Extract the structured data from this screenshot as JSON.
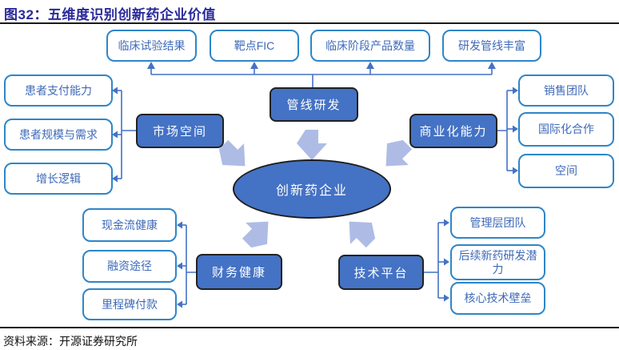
{
  "figure": {
    "title": "图32：五维度识别创新药企业价值",
    "source": "资料来源：开源证券研究所"
  },
  "center": {
    "label": "创新药企业"
  },
  "dimensions": {
    "pipeline": {
      "label": "管线研发",
      "items": [
        "临床试验结果",
        "靶点FIC",
        "临床阶段产品数量",
        "研发管线丰富"
      ]
    },
    "market": {
      "label": "市场空间",
      "items": [
        "患者支付能力",
        "患者规模与需求",
        "增长逻辑"
      ]
    },
    "commercial": {
      "label": "商业化能力",
      "items": [
        "销售团队",
        "国际化合作",
        "空间"
      ]
    },
    "finance": {
      "label": "财务健康",
      "items": [
        "现金流健康",
        "融资途径",
        "里程碑付款"
      ]
    },
    "tech": {
      "label": "技术平台",
      "items": [
        "管理层团队",
        "后续新药研发潜力",
        "核心技术壁垒"
      ]
    }
  },
  "colors": {
    "title_text": "#2a2a9b",
    "dimension_fill": "#4472c4",
    "dimension_text": "#ffffff",
    "item_border": "#2e86c8",
    "item_text": "#3e6ab8",
    "connector": "#4472c4",
    "big_arrow": "#aebce5",
    "rule_line": "#1a1a1a"
  }
}
